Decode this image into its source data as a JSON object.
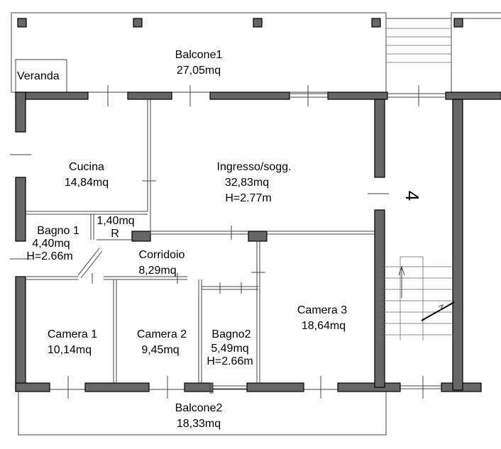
{
  "rooms": {
    "balcone1": {
      "name": "Balcone1",
      "area": "27,05mq"
    },
    "veranda": {
      "name": "Veranda"
    },
    "cucina": {
      "name": "Cucina",
      "area": "14,84mq"
    },
    "ingresso": {
      "name": "Ingresso/sogg.",
      "area": "32,83mq",
      "height": "H=2.77m"
    },
    "ripostiglio": {
      "area": "1,40mq",
      "code": "R"
    },
    "bagno1": {
      "name": "Bagno 1",
      "area": "4,40mq",
      "height": "H=2.66m"
    },
    "corridoio": {
      "name": "Corridoio",
      "area": "8,29mq"
    },
    "camera1": {
      "name": "Camera 1",
      "area": "10,14mq"
    },
    "camera2": {
      "name": "Camera 2",
      "area": "9,45mq"
    },
    "bagno2": {
      "name": "Bagno2",
      "area": "5,49mq",
      "height": "H=2.66m"
    },
    "camera3": {
      "name": "Camera 3",
      "area": "18,64mq"
    },
    "balcone2": {
      "name": "Balcone2",
      "area": "18,33mq"
    }
  },
  "unit_number": "4"
}
